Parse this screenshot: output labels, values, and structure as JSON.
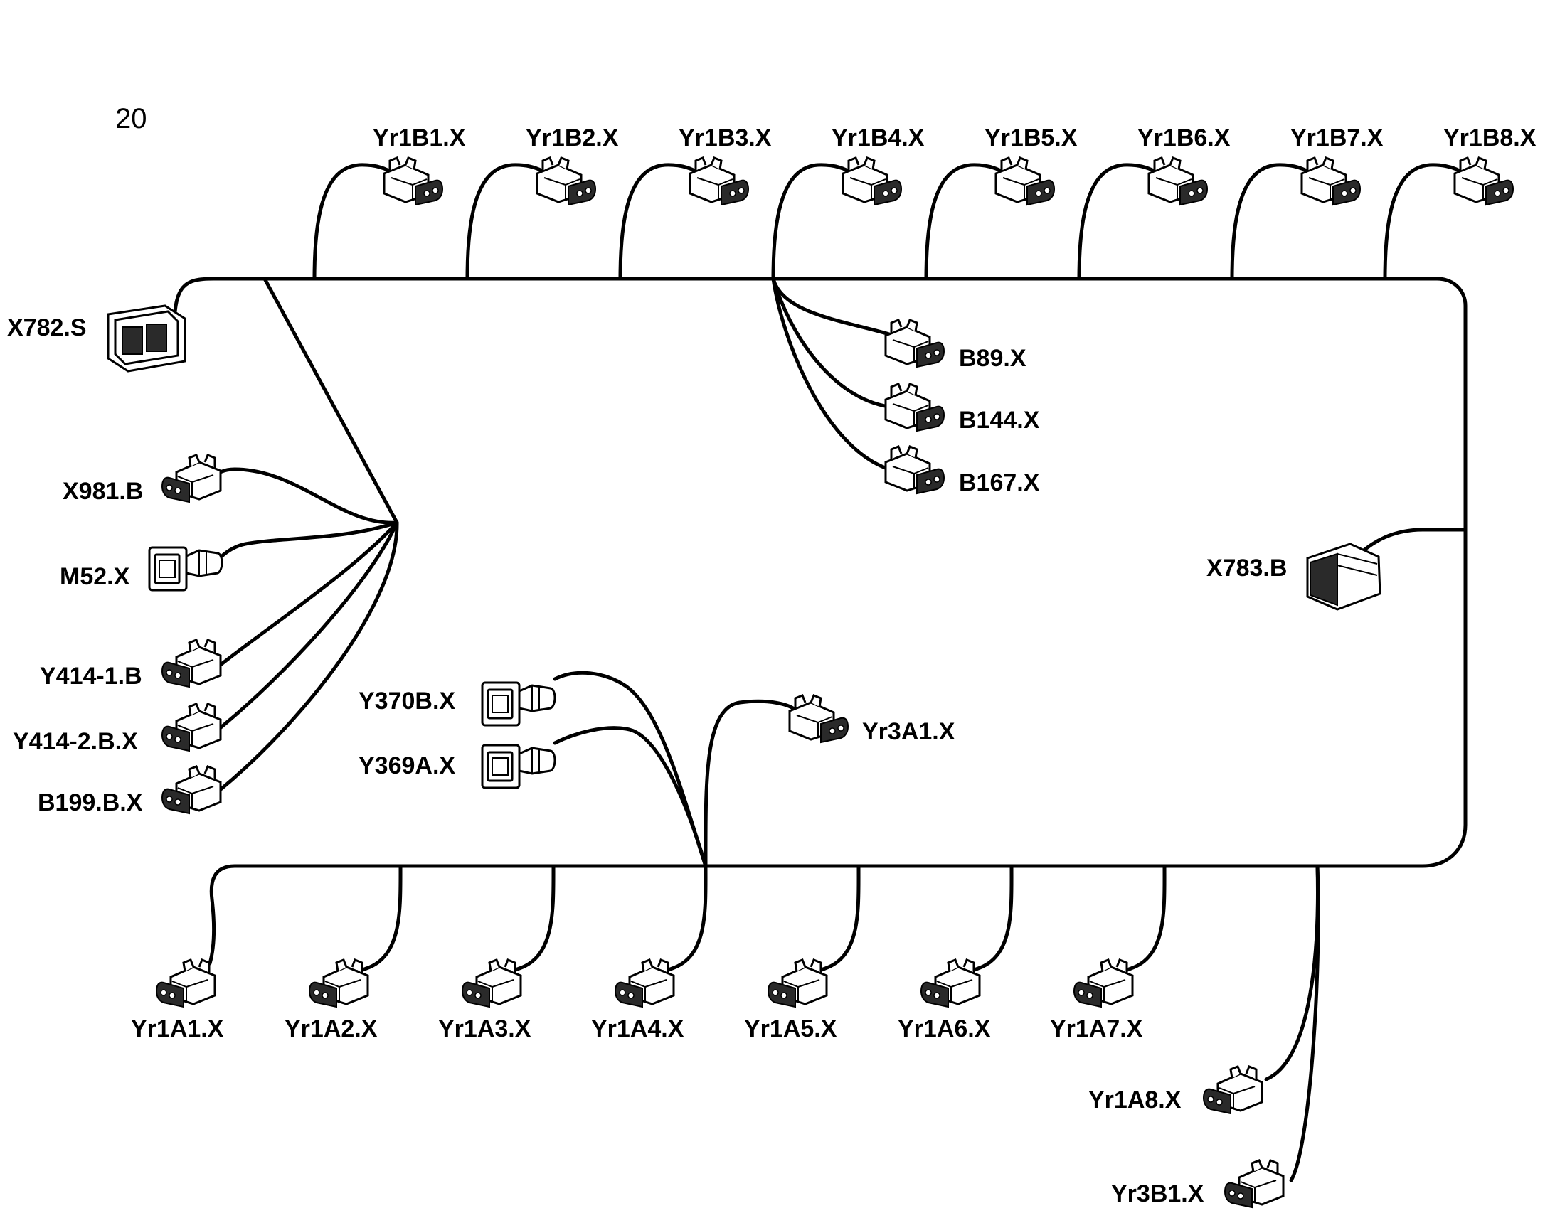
{
  "page_number": "20",
  "connectors": {
    "x782_s": "X782.S",
    "yr1b1": "Yr1B1.X",
    "yr1b2": "Yr1B2.X",
    "yr1b3": "Yr1B3.X",
    "yr1b4": "Yr1B4.X",
    "yr1b5": "Yr1B5.X",
    "yr1b6": "Yr1B6.X",
    "yr1b7": "Yr1B7.X",
    "yr1b8": "Yr1B8.X",
    "b89": "B89.X",
    "b144": "B144.X",
    "b167": "B167.X",
    "x783_b": "X783.B",
    "x981_b": "X981.B",
    "m52": "M52.X",
    "y414_1_b": "Y414-1.B",
    "y414_2_b": "Y414-2.B.X",
    "b199_b": "B199.B.X",
    "y370b": "Y370B.X",
    "y369a": "Y369A.X",
    "yr3a1": "Yr3A1.X",
    "yr1a1": "Yr1A1.X",
    "yr1a2": "Yr1A2.X",
    "yr1a3": "Yr1A3.X",
    "yr1a4": "Yr1A4.X",
    "yr1a5": "Yr1A5.X",
    "yr1a6": "Yr1A6.X",
    "yr1a7": "Yr1A7.X",
    "yr1a8": "Yr1A8.X",
    "yr3b1": "Yr3B1.X"
  }
}
